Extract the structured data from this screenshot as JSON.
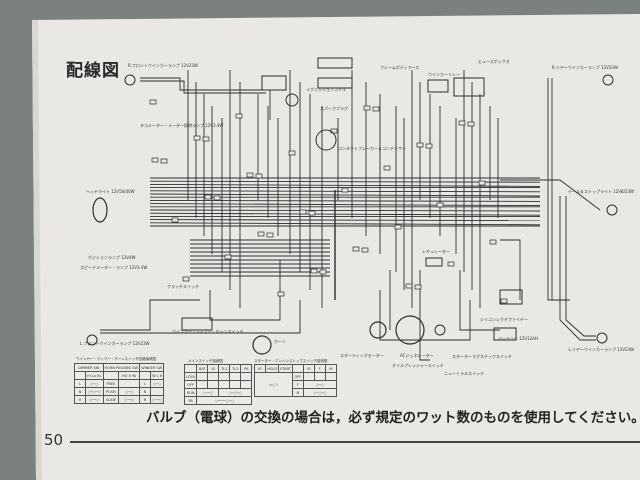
{
  "page": {
    "title": "配線図",
    "notice": "バルブ（電球）の交換の場合は，必ず規定のワット数のものを使用してください。",
    "page_number": "50"
  },
  "labels": {
    "r_front_winker": "R.フロントウインカーランプ 12V23W",
    "l_front_winker": "L.フロントウインカーランプ 12V23W",
    "r_rear_winker": "R.リヤーウインカーランプ 12V23W",
    "l_rear_winker": "L.リヤーウインカーランプ 12V23W",
    "headlight": "ヘッドライト 12V50/40W",
    "position_lamp": "ポジションランプ 12V4W",
    "speedometer_lamp": "スピードメーター・ランプ 12V3.4W",
    "tachometer_lamp": "タコメーター・メーター照明ランプ 12V3.4W",
    "clutch_switch": "クラッチスイッチ",
    "horn": "ホーン",
    "ignition_coil": "イグニッションコイル",
    "spark_plug": "スパークプラグ",
    "fuse_box": "ヒューズボックス",
    "winker_relay": "ウインカーリレー",
    "regulator": "レギュレーター",
    "rectifier": "シリコンレクチファイヤー",
    "battery": "バッテリー 12V12AH",
    "starting_motor": "スターティングモーター",
    "ac_generator": "ACジェネレーター",
    "oil_pressure_switch": "オイルプレッシャースイッチ",
    "neutral_switch": "ニュートラルスイッチ",
    "starter_magnetic_switch": "スターターマグネチックスイッチ",
    "tail_stop_light": "テール＆ストップライト 12V8/23W",
    "winker_dimmer_switch": "ウインカー・ディマー・ホーンスイッチ",
    "contact_breaker": "コンタクトブレーカー＆コンデンサー",
    "frame_body_earth": "フレームボディアース"
  },
  "tables": {
    "handle_switch": {
      "caption": "ウインカー・ディマー・ホーンスイッチ回路接続図",
      "headers": [
        "DIMMER SW",
        "HORN·PASSING SW",
        "WINKER SW"
      ],
      "rows": [
        [
          "",
          "HI Lo HL",
          "",
          "HO E PA",
          "",
          "W L R"
        ],
        [
          "L",
          "",
          "FREE",
          "",
          "L",
          ""
        ],
        [
          "N",
          "",
          "PUSH",
          "",
          "N",
          ""
        ],
        [
          "H",
          "",
          "SLIDE",
          "",
          "R",
          ""
        ]
      ]
    },
    "main_switch": {
      "caption": "メインスイッチ接続図",
      "headers": [
        "",
        "BAT",
        "IG",
        "TL1",
        "TL2",
        "PA"
      ],
      "rows": [
        "LOCK",
        "OFF",
        "RUN",
        "PA"
      ]
    },
    "starter_switch": {
      "caption": "スターター・エンジンストップスイッチ接続図",
      "headers": [
        "IG",
        "HOLD",
        "START",
        "",
        "IG",
        "F",
        "M"
      ],
      "rows": [
        "OFF",
        "F",
        "N"
      ]
    }
  },
  "colors": {
    "paper": "#e9e8e4",
    "ink": "#2b2b2b",
    "background": "#7b817f"
  }
}
